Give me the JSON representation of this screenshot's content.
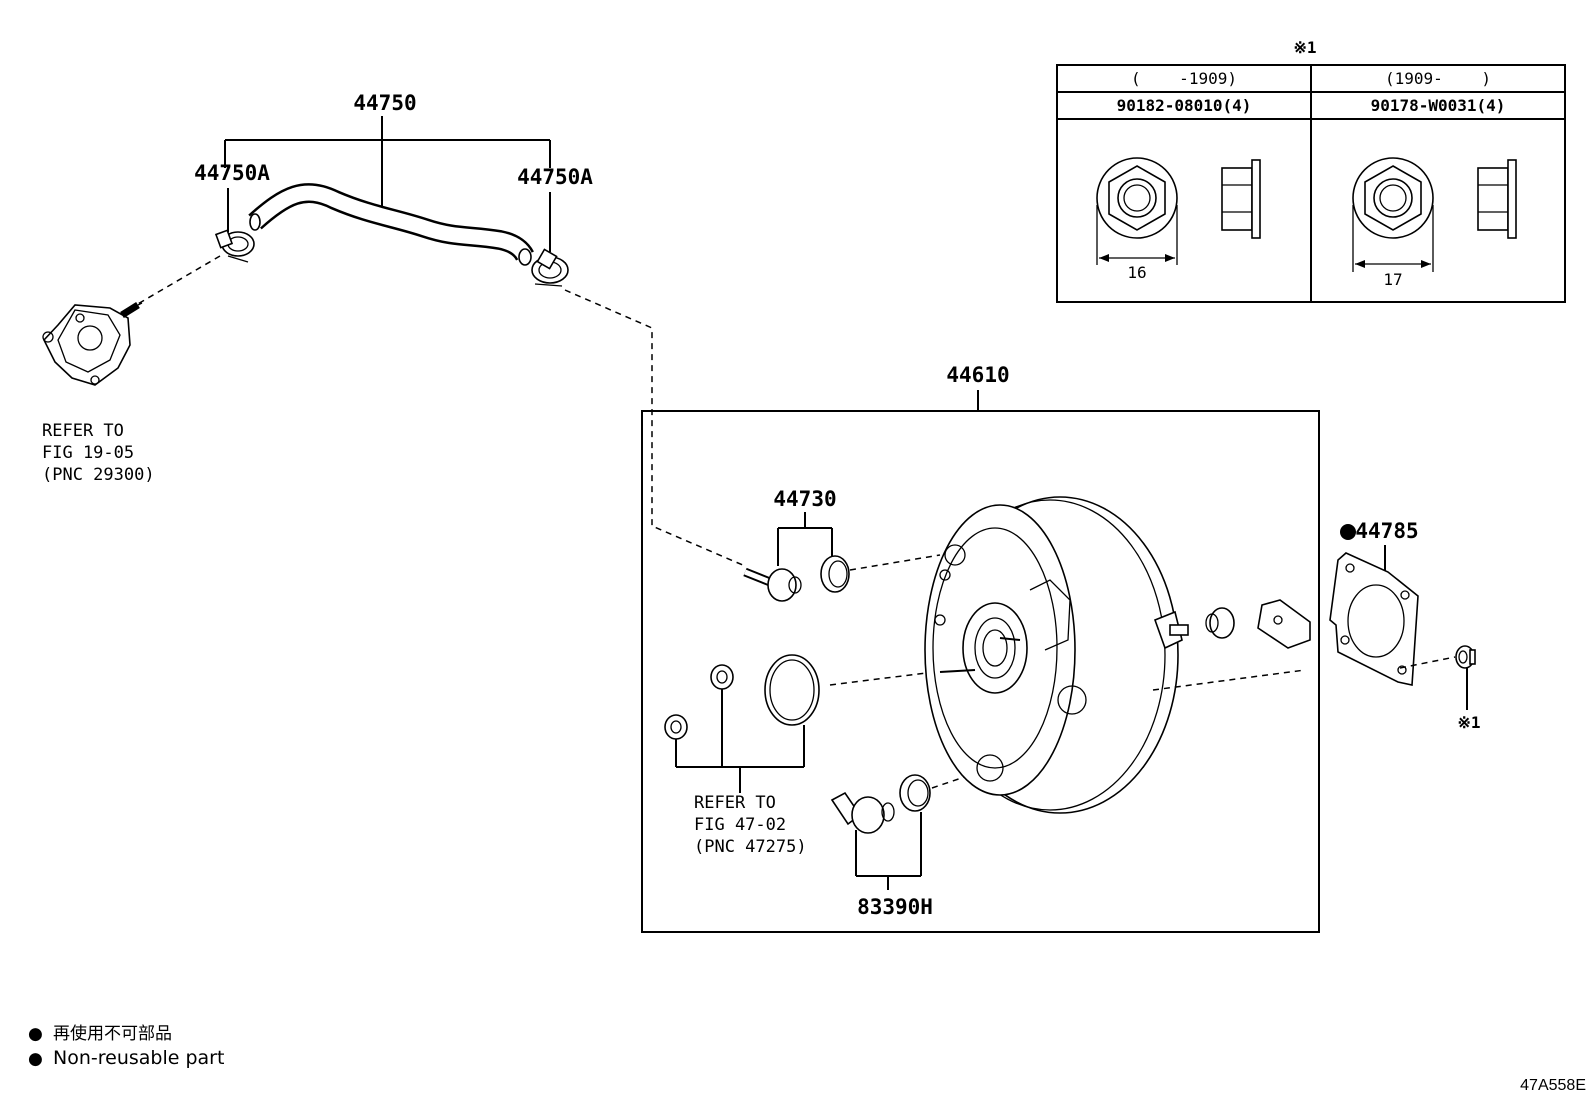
{
  "parts": {
    "hose_assy": "44750",
    "clamp_left": "44750A",
    "clamp_right": "44750A",
    "booster_assy": "44610",
    "check_valve": "44730",
    "gasket": "44785",
    "sensor": "83390H"
  },
  "gasket_marker": "●",
  "refs": {
    "pump": [
      "REFER TO",
      "FIG 19-05",
      "(PNC 29300)"
    ],
    "master_cyl": [
      "REFER TO",
      "FIG 47-02",
      "(PNC 47275)"
    ]
  },
  "note_mark_top": "※1",
  "note_mark_nut": "※1",
  "nut_table": {
    "header_left": "(    -1909)",
    "header_right": "(1909-    )",
    "part_left": "90182-08010(4)",
    "part_right": "90178-W0031(4)",
    "dim_left": "16",
    "dim_right": "17"
  },
  "legend": {
    "bullet": "●",
    "jp": "再使用不可部品",
    "en": "Non-reusable part"
  },
  "figure_code": "47A558E"
}
